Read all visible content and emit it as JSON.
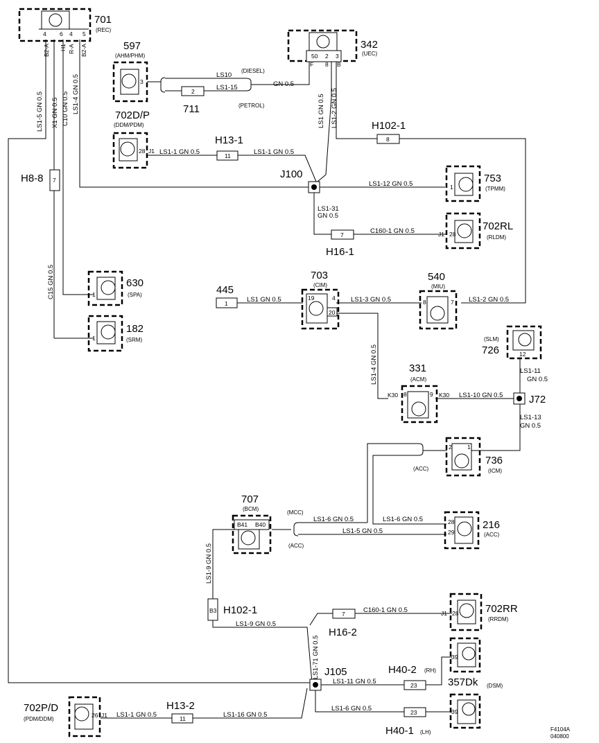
{
  "components": [
    {
      "id": "701",
      "sub": "(REC)"
    },
    {
      "id": "342",
      "sub": "(UEC)"
    },
    {
      "id": "597",
      "sub": "(AHM/PHM)"
    },
    {
      "id": "702D/P",
      "sub": "(DDM/PDM)"
    },
    {
      "id": "753",
      "sub": "(TPMM)"
    },
    {
      "id": "702RL",
      "sub": "(RLDM)"
    },
    {
      "id": "630",
      "sub": "(SPA)"
    },
    {
      "id": "182",
      "sub": "(SRM)"
    },
    {
      "id": "703",
      "sub": "(CIM)"
    },
    {
      "id": "540",
      "sub": "(MIU)"
    },
    {
      "id": "726",
      "sub": "(SLM)"
    },
    {
      "id": "331",
      "sub": "(ACM)"
    },
    {
      "id": "736",
      "sub": "(ICM)"
    },
    {
      "id": "707",
      "sub": "(BCM)"
    },
    {
      "id": "216",
      "sub": "(ACC)"
    },
    {
      "id": "702RR",
      "sub": "(RRDM)"
    },
    {
      "id": "357Dk",
      "sub": "(DSM)"
    },
    {
      "id": "702P/D",
      "sub": "(PDM/DDM)"
    }
  ],
  "connectors": [
    "711",
    "H13-1",
    "H102-1",
    "J100",
    "H8-8",
    "H16-1",
    "445",
    "J72",
    "H102-1",
    "H16-2",
    "J105",
    "H40-2",
    "H40-1",
    "H13-2"
  ],
  "sublabels": {
    "rh": "(RH)",
    "lh": "(LH)",
    "acc": "(ACC)",
    "mcc": "(MCC)",
    "diesel": "(DIESEL)",
    "petrol": "(PETROL)"
  },
  "wire_labels": [
    "LS1-5 GN 0.5",
    "X1 GN 0.5",
    "C10 GN 0.5",
    "LS1-4 GN 0.5",
    "LS10",
    "LS1-15",
    "GN 0.5",
    "LS1 GN 0.5",
    "LS1-2 GN 0.5",
    "LS1-1 GN 0.5",
    "LS1-1 GN 0.5",
    "LS1-12 GN 0.5",
    "LS1-31",
    "GN 0.5",
    "C160-1 GN 0.5",
    "C15 GN 0.5",
    "LS1 GN 0.5",
    "LS1-3 GN 0.5",
    "LS1-2 GN 0.5",
    "LS1-4 GN 0.5",
    "LS1-11",
    "GN 0.5",
    "LS1-10 GN 0.5",
    "LS1-13",
    "GN 0.5",
    "LS1-6 GN 0.5",
    "LS1-6 GN 0.5",
    "LS1-5 GN 0.5",
    "LS1-9 GN 0.5",
    "LS1-9 GN 0.5",
    "C160-1 GN 0.5",
    "LS1-71 GN 0.5",
    "LS1-11 GN 0.5",
    "LS1-6 GN 0.5",
    "LS1-1 GN 0.5",
    "LS1-16 GN 0.5"
  ],
  "pins": [
    "4",
    "6",
    "4",
    "5",
    "B2-A",
    "H1",
    "R-A",
    "B2-A",
    "50",
    "2",
    "3",
    "F",
    "8",
    "B",
    "3",
    "2",
    "28",
    "J1",
    "11",
    "8",
    "7",
    "1",
    "28",
    "J1",
    "7",
    "1",
    "1",
    "1",
    "19",
    "4",
    "20",
    "8",
    "7",
    "12",
    "8",
    "9",
    "K30",
    "K30",
    "2",
    "1",
    "B41",
    "B40",
    "28",
    "29",
    "B3",
    "7",
    "28",
    "J1",
    "39",
    "23",
    "23",
    "39",
    "26",
    "J1",
    "11"
  ],
  "footer": [
    "F4104A",
    "040800"
  ]
}
